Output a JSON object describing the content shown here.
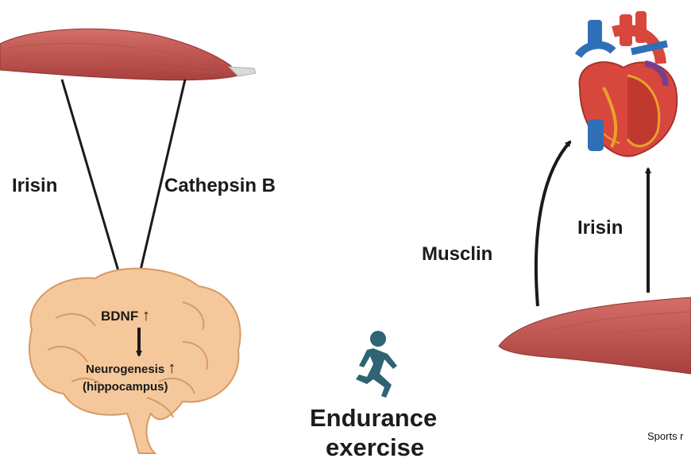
{
  "labels": {
    "irisin_left": "Irisin",
    "cathepsin": "Cathepsin B",
    "bdnf": "BDNF",
    "neurogenesis": "Neurogenesis",
    "hippocampus": "(hippocampus)",
    "musclin": "Musclin",
    "irisin_right": "Irisin",
    "endurance": "Endurance",
    "exercise": "exercise",
    "source": "Sports r"
  },
  "icons": {
    "up_arrow": "↑",
    "runner": "runner-icon",
    "brain": "brain-icon",
    "heart": "heart-icon",
    "muscle": "muscle-icon"
  },
  "colors": {
    "muscle": "#c85a55",
    "muscle_dark": "#9e3c3a",
    "brain": "#f4c89a",
    "brain_stroke": "#d79a66",
    "heart_red": "#d8473e",
    "heart_blue": "#2f6fb8",
    "runner": "#2e6474",
    "arrow": "#1a1a1a"
  }
}
